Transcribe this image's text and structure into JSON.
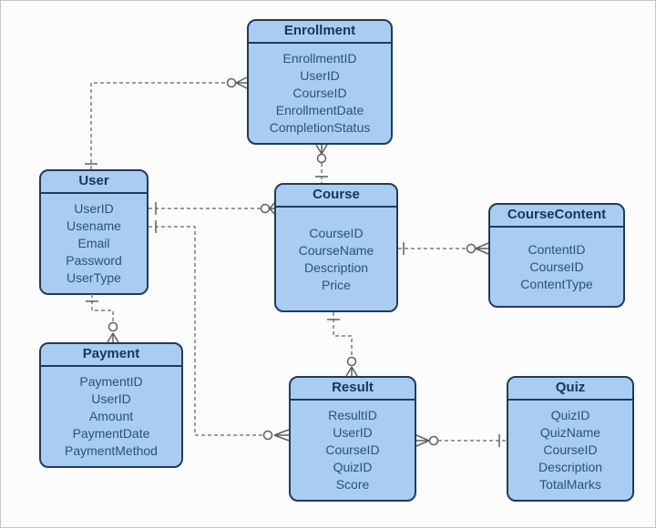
{
  "diagram": {
    "type": "entity-relationship",
    "entities": [
      {
        "name": "Enrollment",
        "fields": [
          "EnrollmentID",
          "UserID",
          "CourseID",
          "EnrollmentDate",
          "CompletionStatus"
        ]
      },
      {
        "name": "User",
        "fields": [
          "UserID",
          "Usename",
          "Email",
          "Password",
          "UserType"
        ]
      },
      {
        "name": "Course",
        "fields": [
          "CourseID",
          "CourseName",
          "Description",
          "Price"
        ]
      },
      {
        "name": "CourseContent",
        "fields": [
          "ContentID",
          "CourseID",
          "ContentType"
        ]
      },
      {
        "name": "Payment",
        "fields": [
          "PaymentID",
          "UserID",
          "Amount",
          "PaymentDate",
          "PaymentMethod"
        ]
      },
      {
        "name": "Result",
        "fields": [
          "ResultID",
          "UserID",
          "CourseID",
          "QuizID",
          "Score"
        ]
      },
      {
        "name": "Quiz",
        "fields": [
          "QuizID",
          "QuizName",
          "CourseID",
          "Description",
          "TotalMarks"
        ]
      }
    ],
    "relationships": [
      {
        "from": "User",
        "to": "Enrollment",
        "from_cardinality": "one",
        "to_cardinality": "zero-or-many"
      },
      {
        "from": "Course",
        "to": "Enrollment",
        "from_cardinality": "one",
        "to_cardinality": "zero-or-many"
      },
      {
        "from": "User",
        "to": "Course",
        "from_cardinality": "one",
        "to_cardinality": "zero-or-many"
      },
      {
        "from": "User",
        "to": "Payment",
        "from_cardinality": "one",
        "to_cardinality": "zero-or-many"
      },
      {
        "from": "User",
        "to": "Result",
        "from_cardinality": "one",
        "to_cardinality": "zero-or-many"
      },
      {
        "from": "Course",
        "to": "CourseContent",
        "from_cardinality": "one",
        "to_cardinality": "zero-or-many"
      },
      {
        "from": "Course",
        "to": "Result",
        "from_cardinality": "one",
        "to_cardinality": "zero-or-many"
      },
      {
        "from": "Quiz",
        "to": "Result",
        "from_cardinality": "one",
        "to_cardinality": "zero-or-many"
      }
    ],
    "colors": {
      "entity_fill": "#a8cdf0",
      "entity_border": "#1f3b5e",
      "title_text": "#16365c",
      "field_text": "#2a527d",
      "connector": "#7d7d7d"
    }
  }
}
